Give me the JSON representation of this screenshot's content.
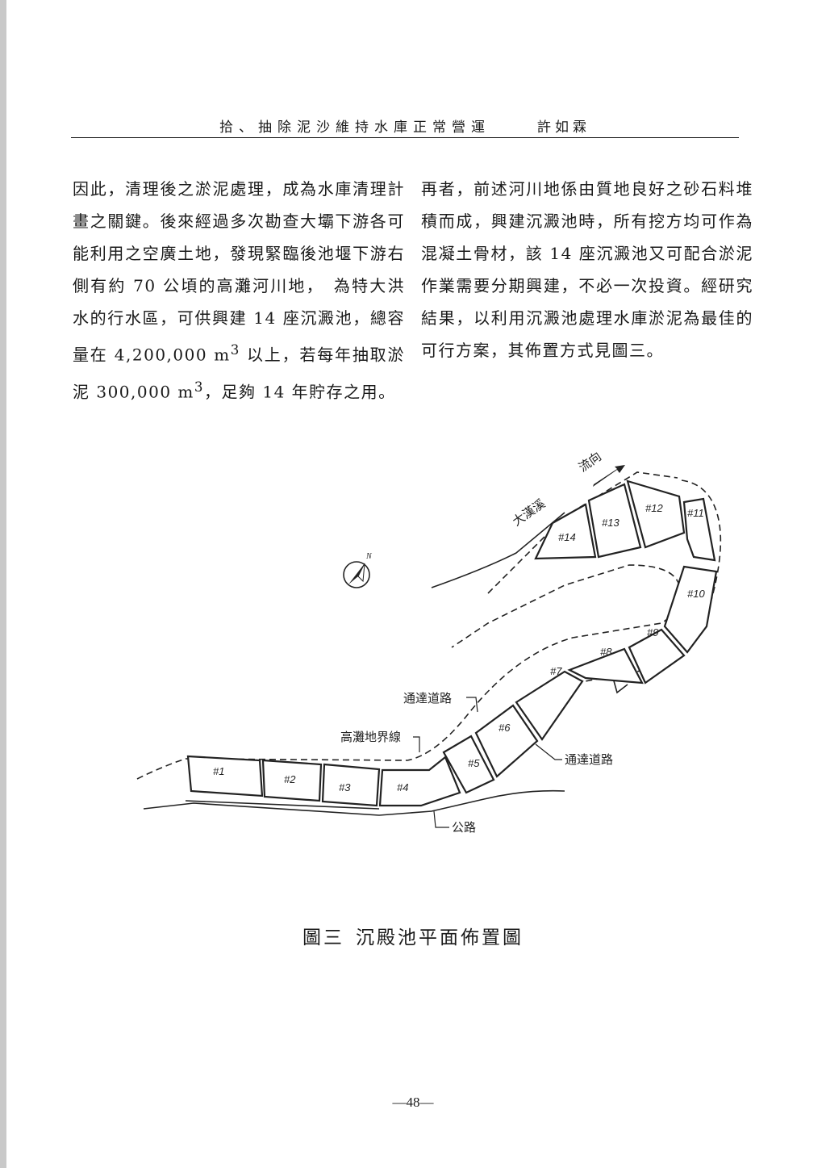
{
  "header": {
    "title": "拾、抽除泥沙維持水庫正常營運",
    "author": "許如霖"
  },
  "body": {
    "left_paragraph": [
      {
        "t": "因此，清理後之淤泥處理，成為水庫清理計畫之關鍵。後來經過多次勘查大壩下游各可能利用之空廣土地，發現緊臨後池堰下游右側有約 70 公頃的高灘河川地，　為特大洪水的行水區，可供興建 14 座沉澱池，總容量在 4,200,000 m"
      },
      {
        "sup": "3"
      },
      {
        "t": " 以上，若每年抽取淤泥 300,000 m"
      },
      {
        "sup": "3"
      },
      {
        "t": "，足夠 14 年貯存之用。"
      }
    ],
    "right_paragraph": "再者，前述河川地係由質地良好之砂石料堆積而成，興建沉澱池時，所有挖方均可作為混凝土骨材，該 14 座沉澱池又可配合淤泥作業需要分期興建，不必一次投資。經研究結果，以利用沉澱池處理水庫淤泥為最佳的可行方案，其佈置方式見圖三。"
  },
  "figure": {
    "basins": [
      "#1",
      "#2",
      "#3",
      "#4",
      "#5",
      "#6",
      "#7",
      "#8",
      "#9",
      "#10",
      "#11",
      "#12",
      "#13",
      "#14"
    ],
    "labels": {
      "flow": "流向",
      "river": "大漢溪",
      "north": "N",
      "access_road_1": "通達道路",
      "terrace_boundary": "高灘地界線",
      "access_road_2": "通達道路",
      "highway": "公路"
    },
    "caption_number": "圖三",
    "caption_text": "沉殿池平面佈置圖"
  },
  "page_number": "—48—"
}
